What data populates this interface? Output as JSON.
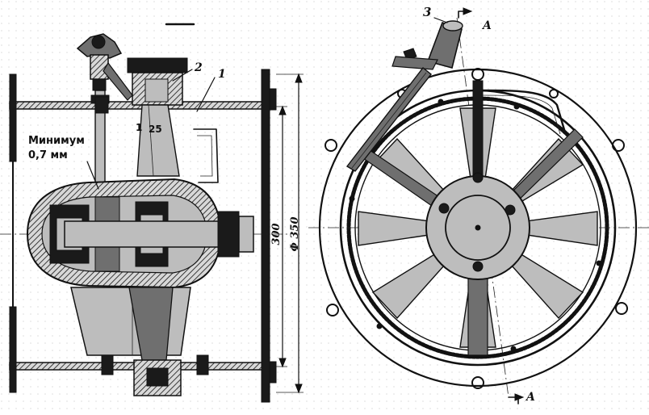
{
  "labels": {
    "callout_1": "1",
    "callout_2": "2",
    "callout_3": "3",
    "small_1": "1",
    "small_25": "25",
    "minimum_line1": "Минимум",
    "minimum_line2": "0,7 мм",
    "dim_300": "300",
    "dim_350": "Φ 350",
    "section_a_top": "A",
    "section_a_bottom": "A"
  }
}
